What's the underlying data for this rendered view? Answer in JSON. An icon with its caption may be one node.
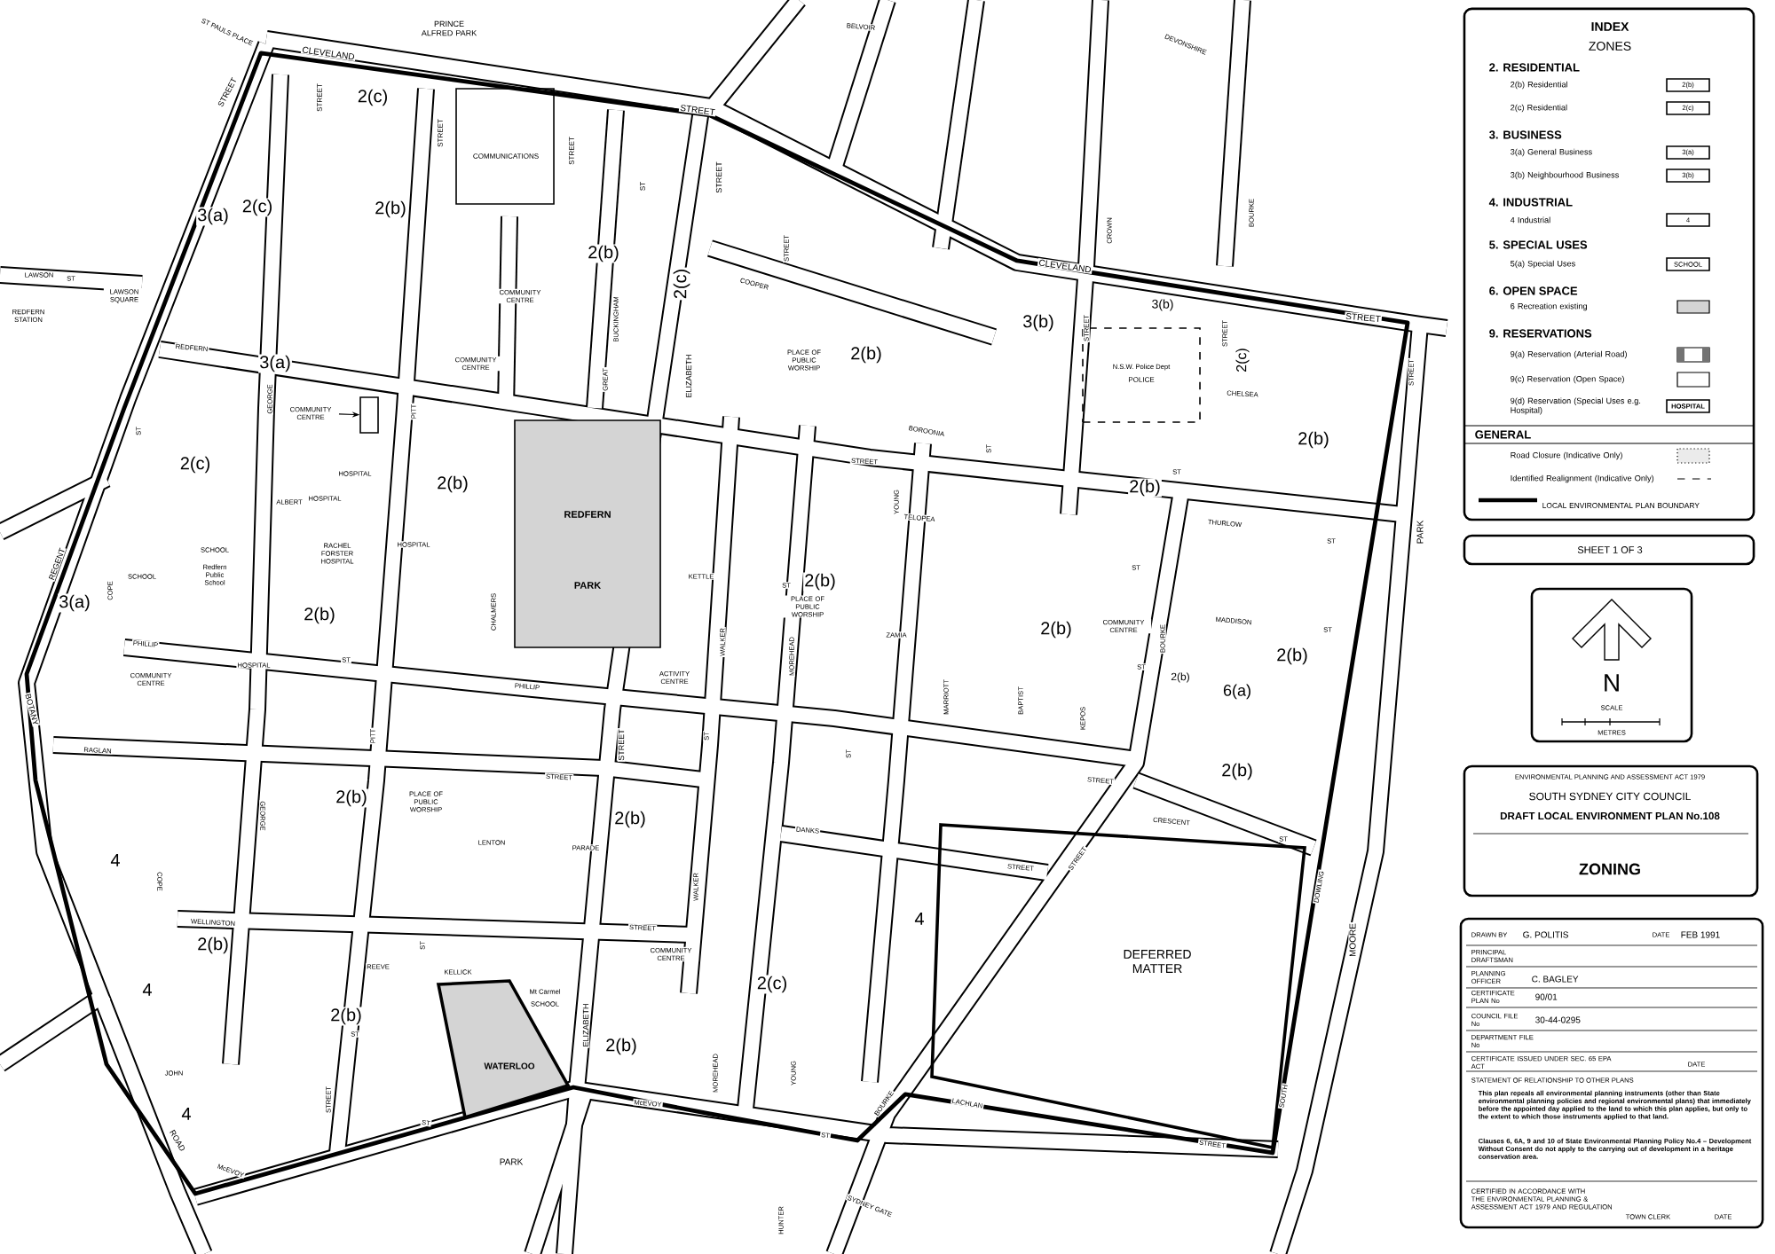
{
  "diagram": {
    "title": "ZONING",
    "nodes": [
      {
        "text": [
          "INDEX",
          "ZONES"
        ]
      },
      {
        "text": [
          "2(b)"
        ],
        "in": 0
      },
      {
        "text": [
          "2(c)"
        ],
        "in": 0
      },
      {
        "text": [
          "3(a)"
        ],
        "in": 0
      },
      {
        "text": [
          "3(b)"
        ],
        "in": 0
      },
      {
        "text": [
          "4"
        ],
        "in": 0
      },
      {
        "text": [
          "SCHOOL"
        ],
        "in": 0
      },
      {
        "text": [
          "HOSPITAL"
        ],
        "in": 0
      },
      {
        "text": [
          "SHEET 1 OF 3"
        ]
      },
      {
        "text": [
          "N",
          "SCALE",
          "METRES"
        ]
      },
      {
        "text": [
          "ENVIRONMENTAL PLANNING AND ASSESSMENT ACT 1979",
          "SOUTH SYDNEY CITY COUNCIL",
          "DRAFT LOCAL ENVIRONMENT PLAN No.108"
        ]
      },
      {
        "text": [
          "DRAWN BY",
          "G. POLITIS",
          "DATE",
          "FEB 1991",
          "PRINCIPAL DRAFTSMAN",
          "PLANNING OFFICER",
          "C. BAGLEY",
          "CERTIFICATE PLAN No",
          "90/01",
          "COUNCIL FILE No",
          "30-44-0295",
          "DEPARTMENT FILE No",
          "CERTIFICATE ISSUED UNDER SEC. 65 EPA ACT",
          "DATE",
          "STATEMENT OF RELATIONSHIP TO OTHER PLANS",
          "This plan repeals all environmental planning instruments (other than State environmental planning policies and regional environmental plans) that immediately before the appointed day applied to the land to which this plan applies, but only to the extent to which those instruments applied to that land.",
          "Clauses 6, 6A, 9 and 10 of State Environmental Planning Policy No.4 – Development Without Consent do not apply to the carrying out of development in a heritage conservation area.",
          "CERTIFIED IN ACCORDANCE WITH THE ENVIRONMENTAL PLANNING & ASSESSMENT ACT 1979 AND REGULATION",
          "TOWN CLERK",
          "DATE"
        ]
      },
      {
        "text": [
          "COMMUNICATIONS"
        ]
      },
      {
        "text": [
          "REDFERN",
          "PARK"
        ]
      },
      {
        "text": [
          "N.S.W. Police Dept",
          "POLICE"
        ]
      },
      {
        "text": [
          "DEFERRED MATTER"
        ]
      },
      {
        "text": [
          "WATERLOO"
        ]
      },
      {
        "text": [
          "COMMUNITY CENTRE"
        ]
      },
      {
        "text": [],
        "shape": "box"
      }
    ],
    "edges": [
      {
        "from": 17,
        "to": 18,
        "arrow": "to"
      }
    ],
    "labels": [
      "2. RESIDENTIAL",
      "3. BUSINESS",
      "4. INDUSTRIAL",
      "5. SPECIAL USES",
      "6. OPEN SPACE",
      "9. RESERVATIONS",
      "GENERAL",
      "PRINCE ALFRED PARK",
      "ST PAULS PLACE",
      "CLEVELAND",
      "STREET",
      "STREET",
      "STREET",
      "2(c)",
      "STREET",
      "STREET",
      "ST",
      "STREET",
      "3(a)",
      "2(c)",
      "2(b)",
      "2(b)",
      "2(c)",
      "BUCKINGHAM",
      "GREAT",
      "ELIZABETH",
      "LAWSON",
      "ST",
      "LAWSON SQUARE",
      "REDFERN STATION",
      "REDFERN",
      "3(a)",
      "GEORGE",
      "PITT",
      "ST",
      "COMMUNITY CENTRE",
      "COMMUNITY CENTRE",
      "2(c)",
      "HOSPITAL",
      "ALBERT",
      "HOSPITAL",
      "2(b)",
      "HOSPITAL",
      "RACHEL FORSTER HOSPITAL",
      "Redfern Public School",
      "SCHOOL",
      "SCHOOL",
      "REGENT",
      "COPE",
      "3(a)",
      "2(b)",
      "CHALMERS",
      "KETTLE",
      "PHILLIP",
      "ST",
      "COMMUNITY CENTRE",
      "HOSPITAL",
      "PHILLIP",
      "ACTIVITY CENTRE",
      "WALKER",
      "BOTANY",
      "RAGLAN",
      "PITT",
      "STREET",
      "STREET",
      "ST",
      "2(b)",
      "PLACE OF PUBLIC WORSHIP",
      "2(b)",
      "LENTON",
      "PARADE",
      "GEORGE",
      "4",
      "COPE",
      "WALKER",
      "WELLINGTON",
      "STREET",
      "2(b)",
      "REEVE",
      "ST",
      "KELLICK",
      "COMMUNITY CENTRE",
      "4",
      "2(b)",
      "ST",
      "Mt Carmel",
      "SCHOOL",
      "ELIZABETH",
      "2(b)",
      "JOHN",
      "STREET",
      "4",
      "ROAD",
      "ST",
      "McEVOY",
      "McEVOY",
      "PARK",
      "COOPER",
      "STREET",
      "BELVOIR",
      "PLACE OF PUBLIC WORSHIP",
      "2(b)",
      "CLEVELAND",
      "CROWN",
      "DEVONSHIRE",
      "BOURKE",
      "3(b)",
      "3(b)",
      "STREET",
      "STREET",
      "STREET",
      "STREET",
      "2(c)",
      "CHELSEA",
      "2(b)",
      "BOROONIA",
      "ST",
      "STREET",
      "2(b)",
      "ST",
      "YOUNG",
      "TELOPEA",
      "THURLOW",
      "ST",
      "2(b)",
      "ST",
      "PLACE OF PUBLIC WORSHIP",
      "ST",
      "ZAMIA",
      "2(b)",
      "COMMUNITY CENTRE",
      "MADDISON",
      "ST",
      "2(b)",
      "MOREHEAD",
      "MARRIOTT",
      "BAPTIST",
      "KEPOS",
      "BOURKE",
      "ST",
      "2(b)",
      "6(a)",
      "2(b)",
      "ST",
      "STREET",
      "CRESCENT",
      "ST",
      "DANKS",
      "STREET",
      "STREET",
      "4",
      "DOWLING",
      "2(c)",
      "MOREHEAD",
      "YOUNG",
      "BOURKE",
      "LACHLAN",
      "SOUTH",
      "ST",
      "STREET",
      "SYDNEY GATE",
      "HUNTER",
      "MOORE",
      "PARK"
    ],
    "legend": [
      {
        "text": "2(b) Residential"
      },
      {
        "text": "2(c) Residential"
      },
      {
        "text": "3(a) General Business"
      },
      {
        "text": "3(b) Neighbourhood Business"
      },
      {
        "text": "4 Industrial"
      },
      {
        "text": "5(a) Special Uses"
      },
      {
        "text": "6 Recreation existing",
        "color": "#d4d4d4"
      },
      {
        "text": "9(a) Reservation (Arterial Road)"
      },
      {
        "text": "9(c) Reservation (Open Space)"
      },
      {
        "text": "9(d) Reservation (Special Uses e.g. Hospital)"
      },
      {
        "text": "Road Closure (Indicative Only)"
      },
      {
        "text": "Identified Realignment (Indicative Only)"
      },
      {
        "text": "LOCAL ENVIRONMENTAL PLAN BOUNDARY"
      }
    ]
  }
}
